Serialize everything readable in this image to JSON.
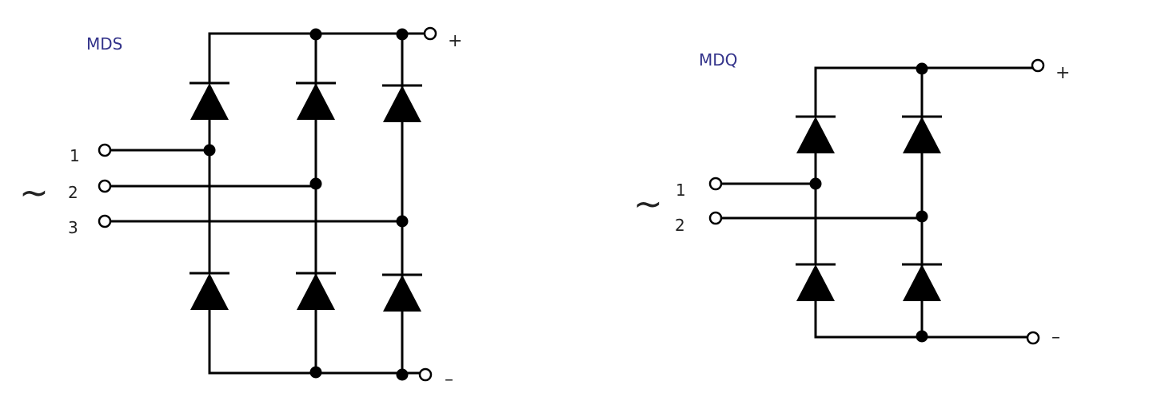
{
  "mds": {
    "title": "MDS",
    "ac_symbol": "~",
    "pins": [
      "1",
      "2",
      "3"
    ],
    "plus": "+",
    "minus": "–"
  },
  "mdq": {
    "title": "MDQ",
    "ac_symbol": "~",
    "pins": [
      "1",
      "2"
    ],
    "plus": "+",
    "minus": "–"
  }
}
